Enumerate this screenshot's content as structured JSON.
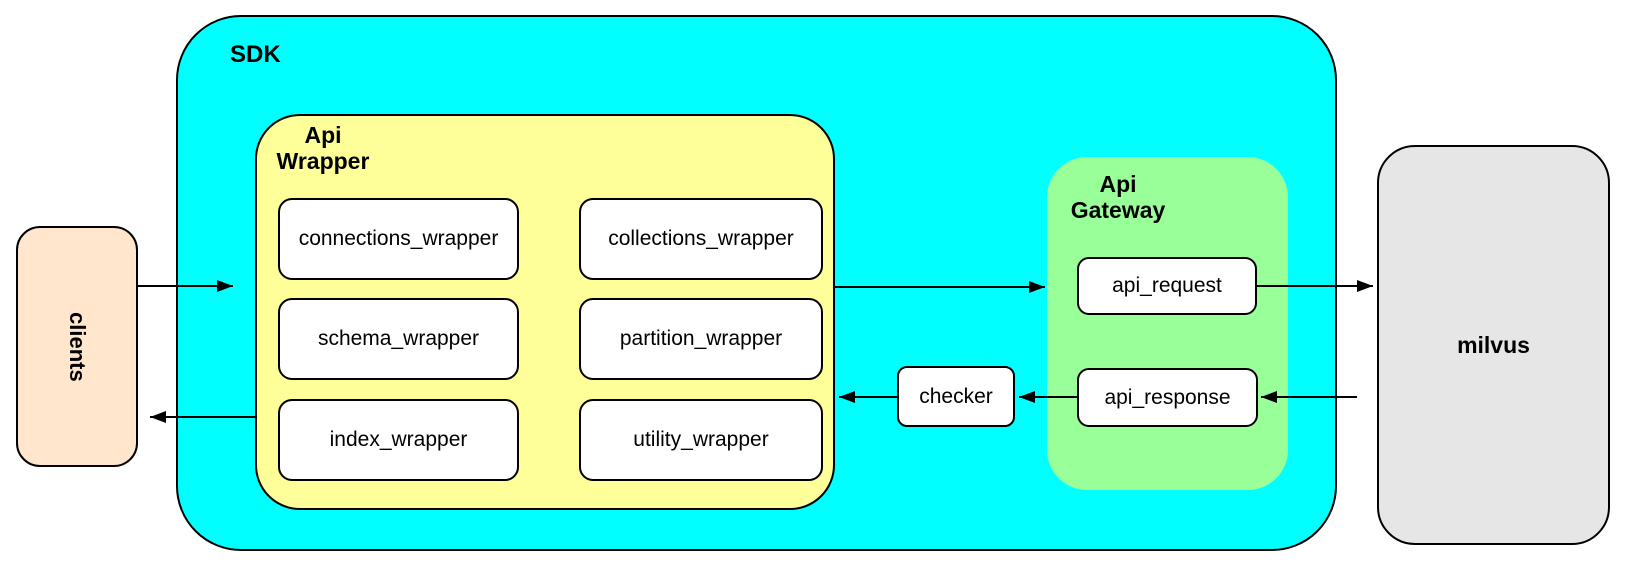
{
  "diagram": {
    "colors": {
      "sdk_fill": "#00FFFF",
      "api_wrapper_fill": "#FFFF99",
      "api_gateway_fill": "#99FF99",
      "clients_fill": "#FFE6CC",
      "milvus_fill": "#E6E6E6",
      "inner_box_fill": "#FFFFFF",
      "stroke": "#000000",
      "background": "#FFFFFF"
    },
    "nodes": {
      "clients": {
        "label": "clients"
      },
      "sdk": {
        "label": "SDK"
      },
      "api_wrapper": {
        "label": "Api\nWrapper",
        "children": [
          "connections_wrapper",
          "collections_wrapper",
          "schema_wrapper",
          "partition_wrapper",
          "index_wrapper",
          "utility_wrapper"
        ]
      },
      "checker": {
        "label": "checker"
      },
      "api_gateway": {
        "label": "Api\nGateway",
        "children": [
          "api_request",
          "api_response"
        ]
      },
      "milvus": {
        "label": "milvus"
      }
    },
    "edges": [
      {
        "from": "clients",
        "to": "api_wrapper"
      },
      {
        "from": "api_wrapper",
        "to": "api_gateway"
      },
      {
        "from": "api_request",
        "to": "milvus"
      },
      {
        "from": "milvus",
        "to": "api_response"
      },
      {
        "from": "api_response",
        "to": "checker"
      },
      {
        "from": "checker",
        "to": "api_wrapper"
      },
      {
        "from": "api_wrapper",
        "to": "clients"
      }
    ]
  }
}
